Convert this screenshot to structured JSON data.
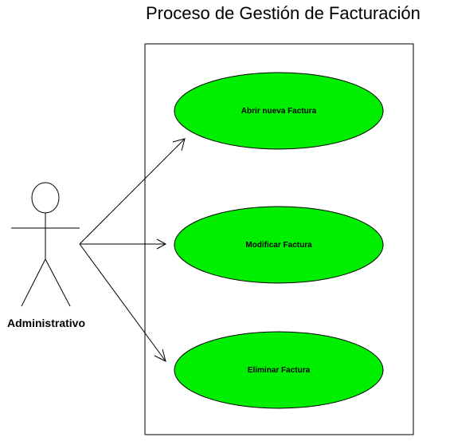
{
  "diagram": {
    "title": "Proceso de Gestión de Facturación",
    "actor": {
      "name": "Administrativo"
    },
    "use_cases": [
      {
        "label": "Abrir nueva Factura"
      },
      {
        "label": "Modificar Factura"
      },
      {
        "label": "Eliminar Factura"
      }
    ],
    "colors": {
      "use_case_fill": "#00ee00",
      "stroke": "#000000",
      "background": "#ffffff"
    }
  }
}
